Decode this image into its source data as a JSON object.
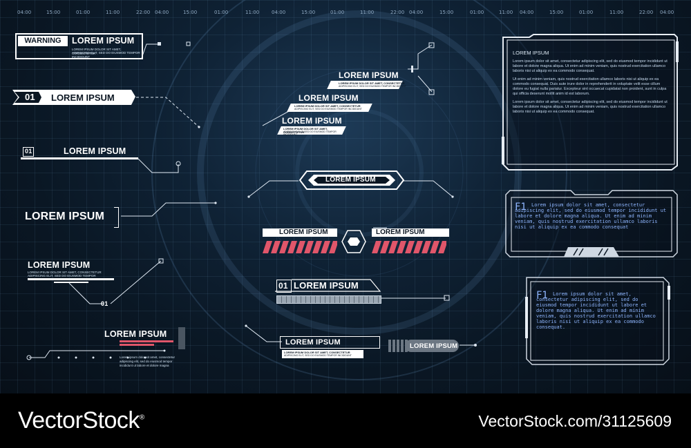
{
  "ticks": [
    "04:00",
    "15:00",
    "01:00",
    "11:00",
    "22:00",
    "04:00",
    "15:00",
    "01:00",
    "11:00",
    "04:00",
    "15:00",
    "01:00",
    "11:00",
    "22:00",
    "04:00",
    "15:00",
    "01:00",
    "11:00",
    "04:00",
    "15:00",
    "01:00",
    "11:00",
    "22:00",
    "04:00"
  ],
  "warning": {
    "tag": "WARNING",
    "title": "LOREM IPSUM",
    "text1": "LOREM IPSUM DOLOR SIT AMET, CONSECTETUR",
    "text2": "ADIPISCING ELIT, SED DO EIUSMOD TEMPOR INCIDIDUNT"
  },
  "banner01": {
    "num": "01",
    "title": "LOREM IPSUM"
  },
  "line01": {
    "num": "01",
    "title": "LOREM IPSUM"
  },
  "bigLabel": {
    "title": "LOREM IPSUM"
  },
  "caption1": {
    "title": "LOREM IPSUM",
    "text1": "LOREM IPSUM DOLOR SIT AMET, CONSECTETUR",
    "text2": "ADIPISCING ELIT, SED DO EIUSMOD TEMPOR",
    "num": "01"
  },
  "redLabel": {
    "title": "LOREM IPSUM",
    "text1": "Lorem ipsum dolor sit amet, consectetur",
    "text2": "adipiscing elit, sed do eiusmod tempor",
    "text3": "incididunt ut labore et dolore magna"
  },
  "stack": [
    {
      "title": "LOREM IPSUM",
      "text1": "LOREM IPSUM DOLOR SIT AMET, CONSECTETUR",
      "text2": "ADIPISCING ELIT, SED DO EIUSMOD TEMPOR INCIDIDUNT"
    },
    {
      "title": "LOREM IPSUM",
      "text1": "LOREM IPSUM DOLOR SIT AMET, CONSECTETUR",
      "text2": "ADIPISCING ELIT, SED DO EIUSMOD TEMPOR INCIDIDUNT"
    },
    {
      "title": "LOREM IPSUM",
      "text1": "LOREM IPSUM DOLOR SIT AMET, CONSECTETUR",
      "text2": "ADIPISCING ELIT, SED DO EIUSMOD TEMPOR INCIDIDUNT"
    }
  ],
  "centerBadge": {
    "title": "LOREM IPSUM"
  },
  "redBars": {
    "left": "LOREM IPSUM",
    "right": "LOREM IPSUM"
  },
  "progress01": {
    "num": "01",
    "title": "LOREM IPSUM"
  },
  "bottomBox": {
    "title": "LOREM IPSUM",
    "text1": "LOREM IPSUM DOLOR SIT AMET, CONSECTETUR",
    "text2": "ADIPISCING ELIT, SED DO EIUSMOD TEMPOR INCIDIDUNT"
  },
  "pill": {
    "title": "LOREM IPSUM"
  },
  "panelA": {
    "title": "LOREM IPSUM",
    "p1": "Lorem ipsum dolor sit amet, consectetur adipiscing elit, sed do eiusmod tempor incididunt ut labore et dolore magna aliqua. Ut enim ad minim veniam, quis nostrud exercitation ullamco laboris nisi ut aliquip ex ea commodo consequat.",
    "p2": "Ut enim ad minim veniam, quis nostrud exercitation ullamco laboris nisi ut aliquip ex ea commodo consequat. Duis aute irure dolor in reprehenderit in voluptate velit esse cillum dolore eu fugiat nulla pariatur. Excepteur sint occaecat cupidatat non proident, sunt in culpa qui officia deserunt mollit anim id est laborum.",
    "p3": "Lorem ipsum dolor sit amet, consectetur adipiscing elit, sed do eiusmod tempor incididunt ut labore et dolore magna aliqua. Ut enim ad minim veniam, quis nostrud exercitation ullamco laboris nisi ut aliquip ex ea commodo consequat."
  },
  "panelB": {
    "tag": "F1",
    "text": "Lorem ipsum dolor sit amet, consectetur adipiscing elit, sed do eiusmod tempor incididunt ut labore et dolore magna aliqua. Ut enim ad minim veniam, quis nostrud exercitation ullamco laboris nisi ut aliquip ex ea commodo consequat"
  },
  "panelC": {
    "tag": "F1",
    "text": "Lorem ipsum dolor sit amet, consectetur adipiscing elit, sed do eiusmod tempor incididunt ut labore et dolore magna aliqua. Ut enim ad minim veniam, quis nostrud exercitation ullamco laboris nisi ut aliquip ex ea commodo consequat."
  },
  "footer": {
    "brand": "VectorStock",
    "brand_mark": "®",
    "url": "VectorStock.com/31125609"
  },
  "colors": {
    "accent_red": "#e0566a",
    "panel_border": "#e8eef5",
    "text_blue": "#8fb6ff"
  }
}
